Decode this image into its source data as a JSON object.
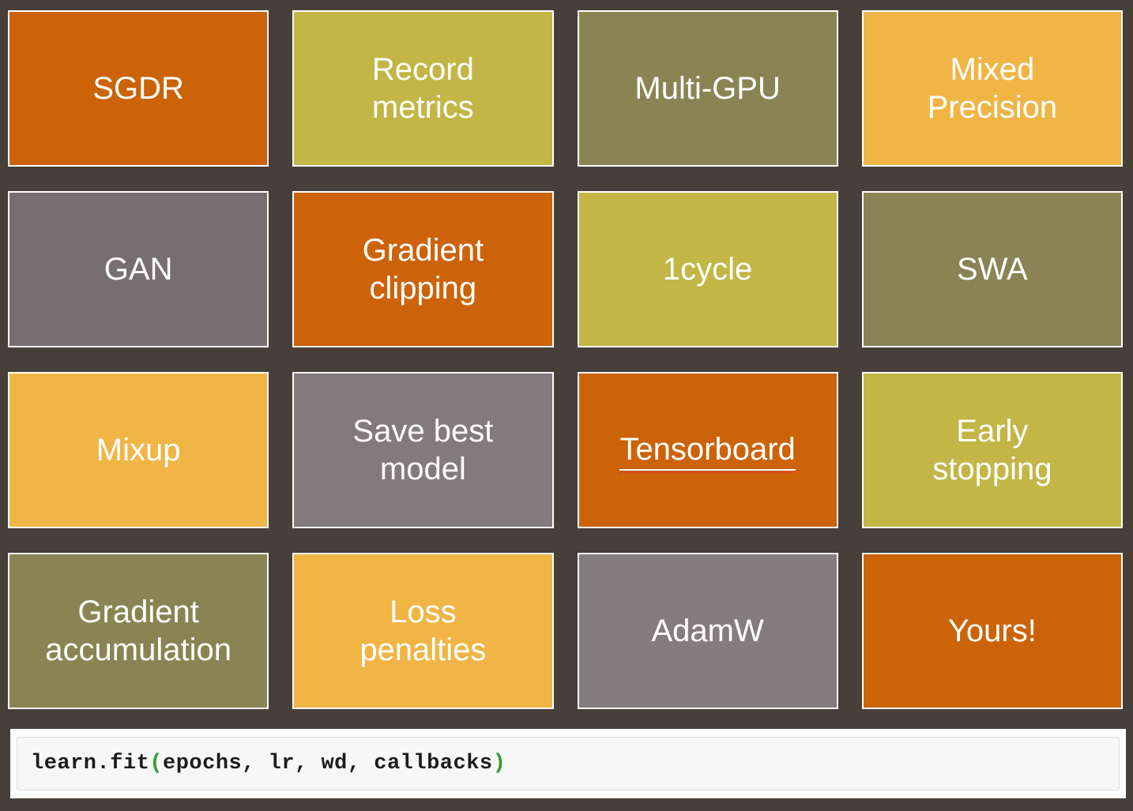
{
  "canvas": {
    "background_color": "#473f3a",
    "tile_border_color": "#ffffff"
  },
  "tiles": [
    {
      "label": "SGDR",
      "color": "#cc6308"
    },
    {
      "label": "Record\nmetrics",
      "color": "#c2b646"
    },
    {
      "label": "Multi-GPU",
      "color": "#8a8454"
    },
    {
      "label": "Mixed\nPrecision",
      "color": "#f0b545"
    },
    {
      "label": "GAN",
      "color": "#786e71"
    },
    {
      "label": "Gradient\nclipping",
      "color": "#cc6308"
    },
    {
      "label": "1cycle",
      "color": "#c2b646"
    },
    {
      "label": "SWA",
      "color": "#8a8454"
    },
    {
      "label": "Mixup",
      "color": "#f0b545"
    },
    {
      "label": "Save best\nmodel",
      "color": "#847a7e"
    },
    {
      "label": "Tensorboard",
      "color": "#cc6308",
      "underline": "white",
      "spellcheck_squiggle_color": "#e03c31"
    },
    {
      "label": "Early\nstopping",
      "color": "#c2b646"
    },
    {
      "label": "Gradient\naccumulation",
      "color": "#8a8454"
    },
    {
      "label": "Loss\npenalties",
      "color": "#f0b545"
    },
    {
      "label": "AdamW",
      "color": "#857c80"
    },
    {
      "label": "Yours!",
      "color": "#cc6308"
    }
  ],
  "code_bar": {
    "full_text": "learn.fit(epochs, lr, wd, callbacks)",
    "segments": [
      {
        "text": "learn.fit",
        "color": "#1c1c1c"
      },
      {
        "text": "(",
        "color": "#2e9e2e"
      },
      {
        "text": "epochs, lr, wd, callbacks",
        "color": "#1c1c1c"
      },
      {
        "text": ")",
        "color": "#2e9e2e"
      }
    ]
  }
}
